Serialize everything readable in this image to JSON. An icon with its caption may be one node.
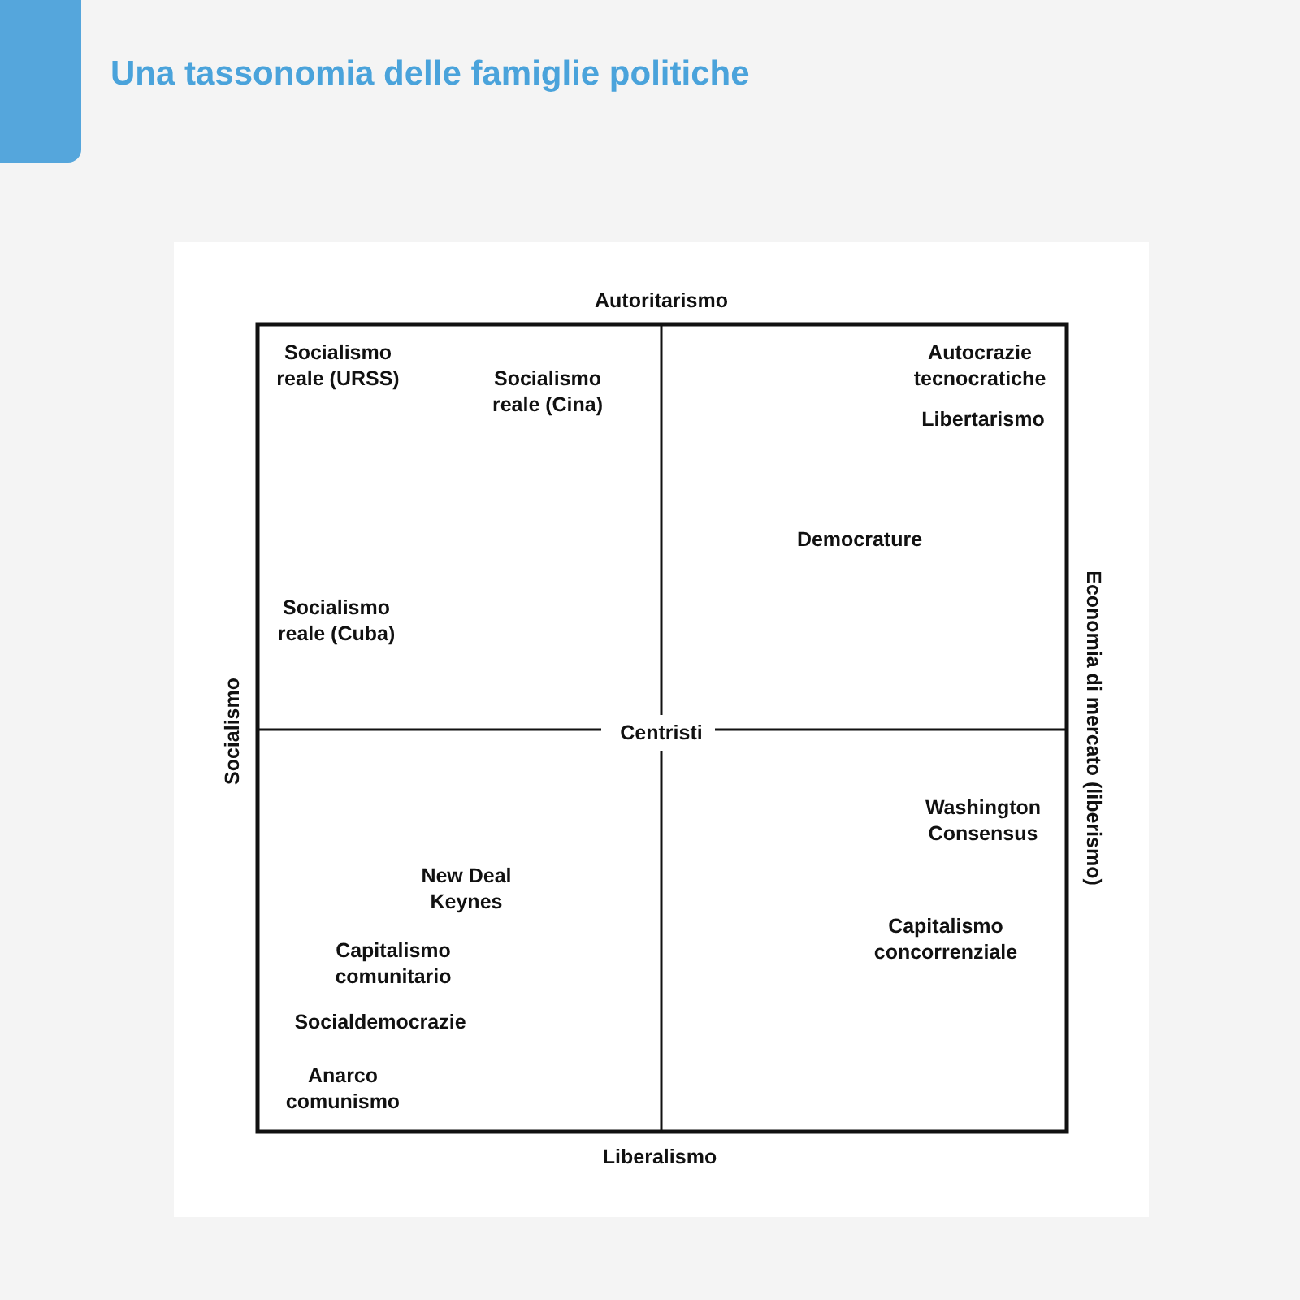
{
  "diagram": {
    "title": "Una tassonomia delle famiglie politiche",
    "labels": [
      "Autoritarismo",
      "Socialismo reale (URSS)",
      "Socialismo reale (Cina)",
      "Autocrazie tecnocratiche",
      "Libertarismo",
      "Democrature",
      "Economia di mercato (liberismo)",
      "Socialismo reale (Cuba)",
      "Socialismo",
      "Centristi",
      "Washington Consensus",
      "New Deal Keynes",
      "Capitalismo concorrenziale",
      "Capitalismo comunitario",
      "Socialdemocrazie",
      "Anarco comunismo",
      "Liberalismo"
    ]
  }
}
